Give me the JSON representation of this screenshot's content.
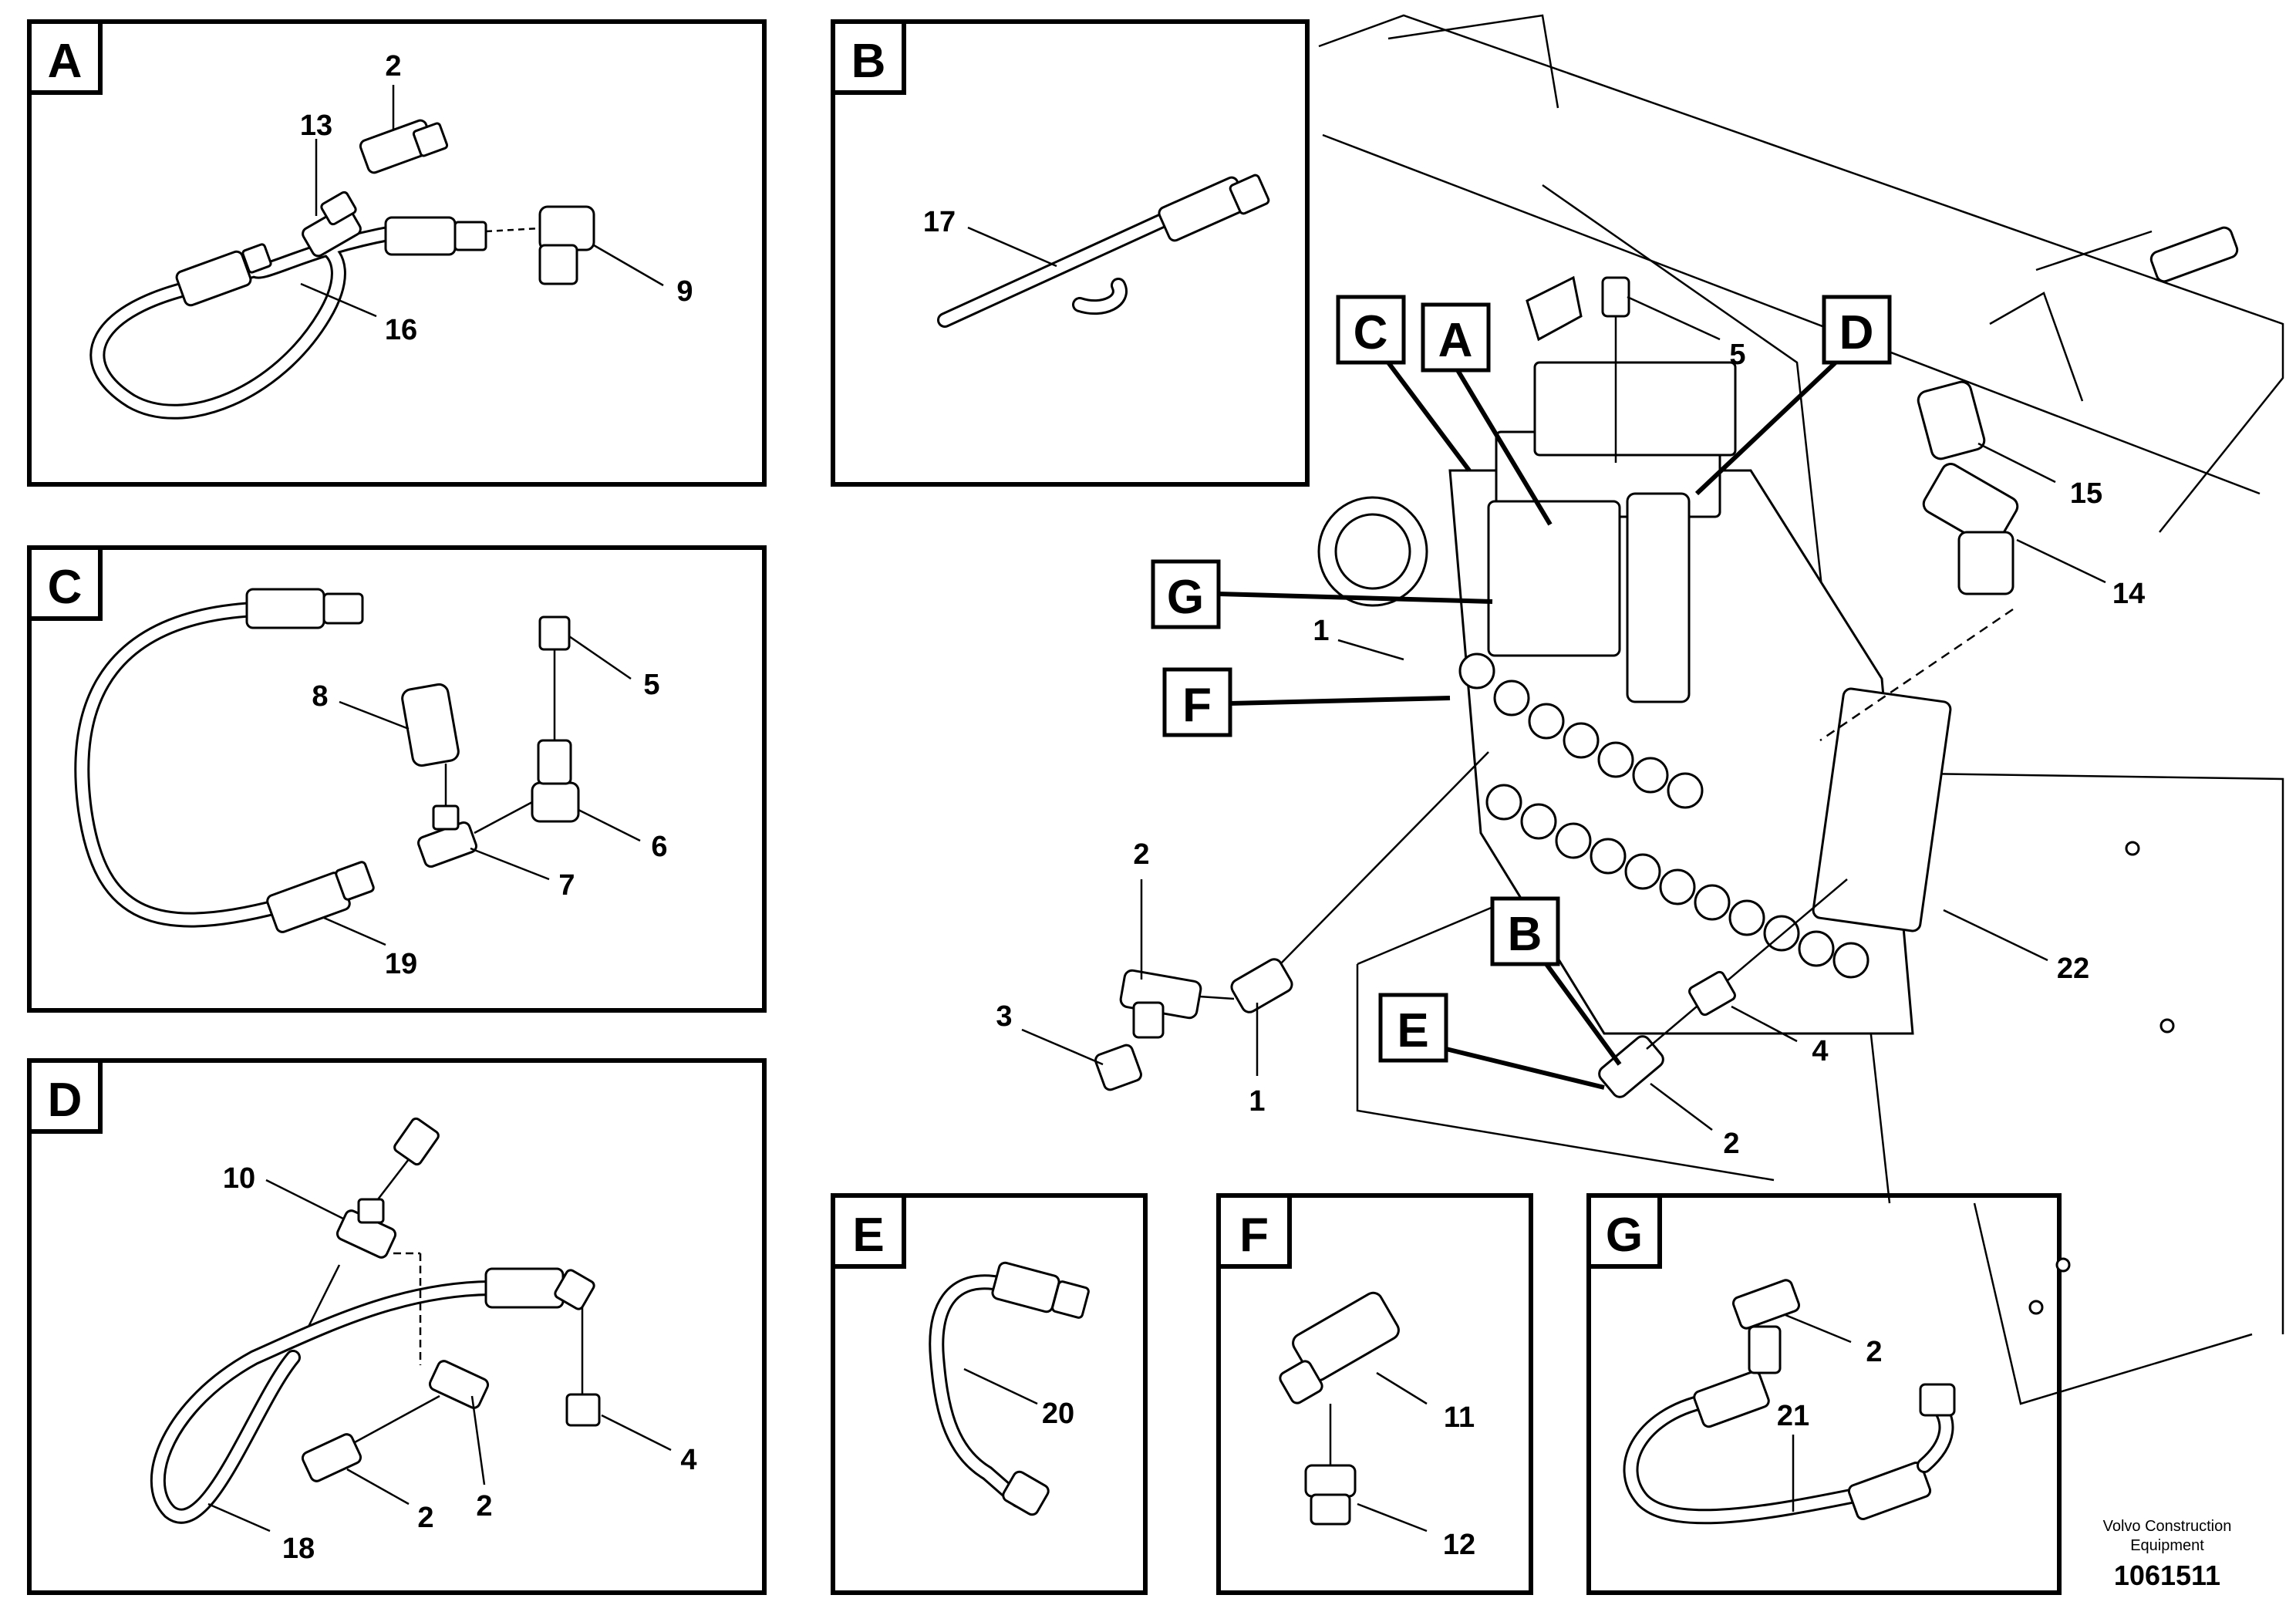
{
  "panels": {
    "A": "A",
    "B": "B",
    "C": "C",
    "D": "D",
    "E": "E",
    "F": "F",
    "G": "G"
  },
  "main_tags": {
    "C": "C",
    "A": "A",
    "D": "D",
    "G": "G",
    "F": "F",
    "B": "B",
    "E": "E"
  },
  "callouts": {
    "a_2": "2",
    "a_13": "13",
    "a_9": "9",
    "a_16": "16",
    "b_17": "17",
    "c_5": "5",
    "c_8": "8",
    "c_6": "6",
    "c_7": "7",
    "c_19": "19",
    "d_10": "10",
    "d_4": "4",
    "d_2a": "2",
    "d_2b": "2",
    "d_18": "18",
    "e_20": "20",
    "f_11": "11",
    "f_12": "12",
    "g_2": "2",
    "g_21": "21",
    "m_5": "5",
    "m_15": "15",
    "m_14": "14",
    "m_1a": "1",
    "m_2a": "2",
    "m_3": "3",
    "m_1b": "1",
    "m_22": "22",
    "m_4": "4",
    "m_2b": "2"
  },
  "footer": {
    "credit_line1": "Volvo Construction",
    "credit_line2": "Equipment",
    "part_number": "1061511"
  }
}
